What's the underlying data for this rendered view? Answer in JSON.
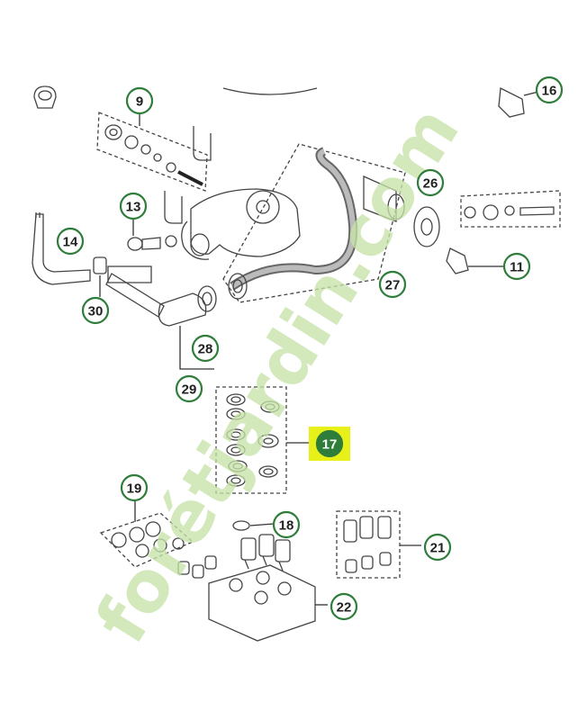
{
  "diagram": {
    "callouts": [
      {
        "id": "9",
        "label": "9"
      },
      {
        "id": "11",
        "label": "11"
      },
      {
        "id": "13",
        "label": "13"
      },
      {
        "id": "14",
        "label": "14"
      },
      {
        "id": "16",
        "label": "16"
      },
      {
        "id": "17",
        "label": "17",
        "highlighted": true
      },
      {
        "id": "18",
        "label": "18"
      },
      {
        "id": "19",
        "label": "19"
      },
      {
        "id": "21",
        "label": "21"
      },
      {
        "id": "22",
        "label": "22"
      },
      {
        "id": "26",
        "label": "26"
      },
      {
        "id": "27",
        "label": "27"
      },
      {
        "id": "28",
        "label": "28"
      },
      {
        "id": "29",
        "label": "29"
      },
      {
        "id": "30",
        "label": "30"
      }
    ]
  },
  "watermark": {
    "text": "forétjardin.com",
    "color_green": "#c5e3a8",
    "color_orange": "#f6c38e"
  },
  "colors": {
    "callout_ring": "#2f7d3a",
    "highlight_bg": "#e8f01a",
    "highlight_circle": "#2f7d3a",
    "line": "#333333"
  }
}
